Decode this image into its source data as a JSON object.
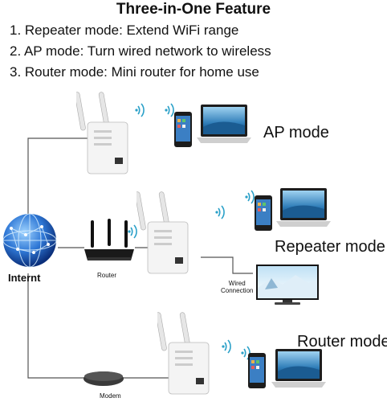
{
  "header": {
    "title": "Three-in-One Feature",
    "features": [
      "1. Repeater mode: Extend WiFi range",
      "2. AP mode: Turn wired network to wireless",
      "3. Router mode: Mini router for home use"
    ]
  },
  "modes": {
    "ap": "AP mode",
    "repeater": "Repeater mode",
    "router": "Router mode"
  },
  "devices": {
    "internet": "Internt",
    "router": "Router",
    "modem": "Modem",
    "wired": "Wired\nConnection"
  },
  "colors": {
    "wire": "#555555",
    "globe": "#1f63c8",
    "wifi": "#2aa0c8"
  },
  "icons": [
    "globe-icon",
    "router-icon",
    "modem-icon",
    "wifi-icon",
    "phone-icon",
    "laptop-icon",
    "tv-icon",
    "repeater-icon"
  ]
}
